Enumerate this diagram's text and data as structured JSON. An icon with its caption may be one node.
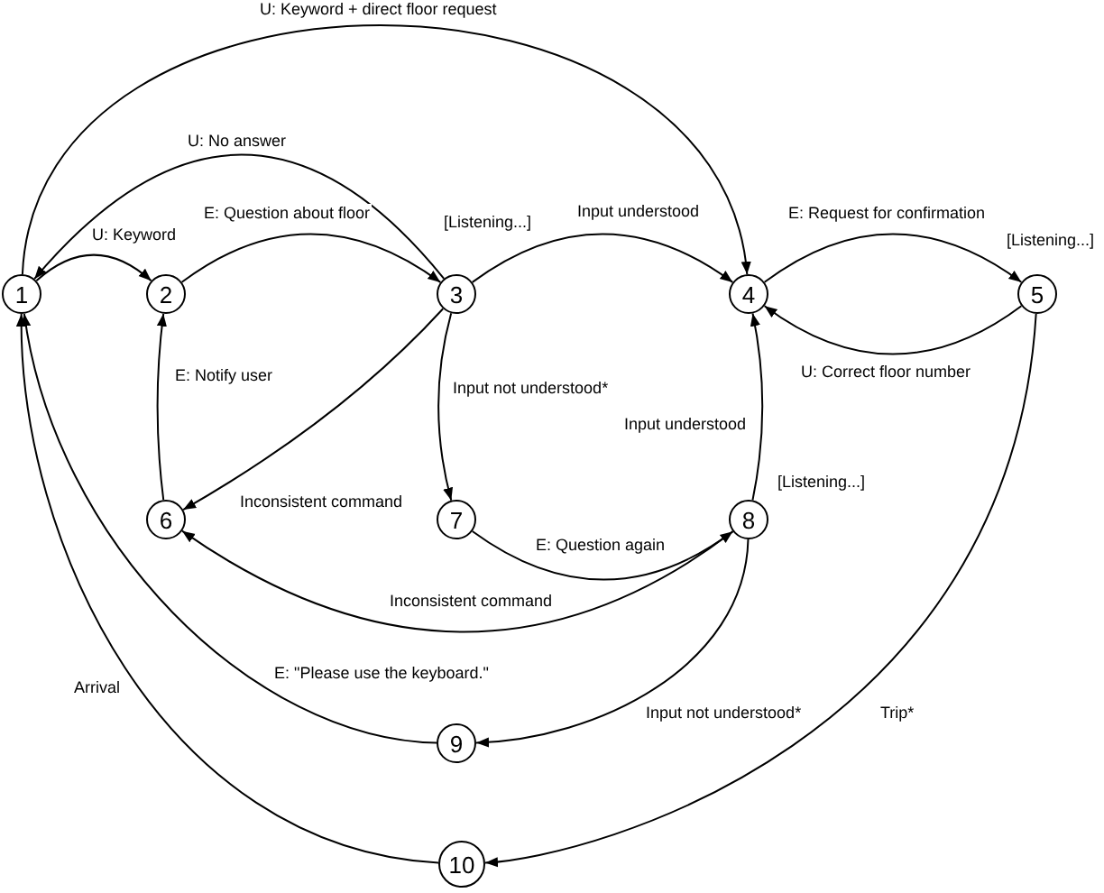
{
  "diagram": {
    "nodes": [
      {
        "text": [
          "1"
        ]
      },
      {
        "text": [
          "2"
        ]
      },
      {
        "text": [
          "3"
        ],
        "beside": [
          "[Listening...]"
        ]
      },
      {
        "text": [
          "4"
        ]
      },
      {
        "text": [
          "5"
        ],
        "beside": [
          "[Listening...]"
        ]
      },
      {
        "text": [
          "6"
        ]
      },
      {
        "text": [
          "7"
        ]
      },
      {
        "text": [
          "8"
        ],
        "beside": [
          "[Listening...]"
        ]
      },
      {
        "text": [
          "9"
        ]
      },
      {
        "text": [
          "10"
        ]
      }
    ],
    "edges": [
      {
        "from": 0,
        "to": 1,
        "arrow": "to",
        "label": "U: Keyword"
      },
      {
        "from": 1,
        "to": 2,
        "arrow": "to",
        "label": "E: Question about floor"
      },
      {
        "from": 2,
        "to": 0,
        "arrow": "to",
        "label": "U: No answer"
      },
      {
        "from": 0,
        "to": 3,
        "arrow": "to",
        "label": "U: Keyword + direct floor request"
      },
      {
        "from": 2,
        "to": 3,
        "arrow": "to",
        "label": "Input understood"
      },
      {
        "from": 3,
        "to": 4,
        "arrow": "to",
        "label": "E: Request for confirmation"
      },
      {
        "from": 4,
        "to": 3,
        "arrow": "to",
        "label": "U: Correct floor number"
      },
      {
        "from": 2,
        "to": 5,
        "arrow": "to",
        "label": "Inconsistent command"
      },
      {
        "from": 2,
        "to": 6,
        "arrow": "to",
        "label": "Input not understood*"
      },
      {
        "from": 5,
        "to": 1,
        "arrow": "to",
        "label": "E: Notify user"
      },
      {
        "from": 6,
        "to": 7,
        "arrow": "to",
        "label": "E: Question again"
      },
      {
        "from": 7,
        "to": 5,
        "arrow": "to",
        "label": "Inconsistent command"
      },
      {
        "from": 7,
        "to": 3,
        "arrow": "to",
        "label": "Input understood"
      },
      {
        "from": 7,
        "to": 8,
        "arrow": "to",
        "label": "Input not understood*"
      },
      {
        "from": 8,
        "to": 0,
        "arrow": "to",
        "label": "E: \"Please use the keyboard.\""
      },
      {
        "from": 4,
        "to": 9,
        "arrow": "to",
        "label": "Trip*"
      },
      {
        "from": 9,
        "to": 0,
        "arrow": "to",
        "label": "Arrival"
      }
    ]
  }
}
